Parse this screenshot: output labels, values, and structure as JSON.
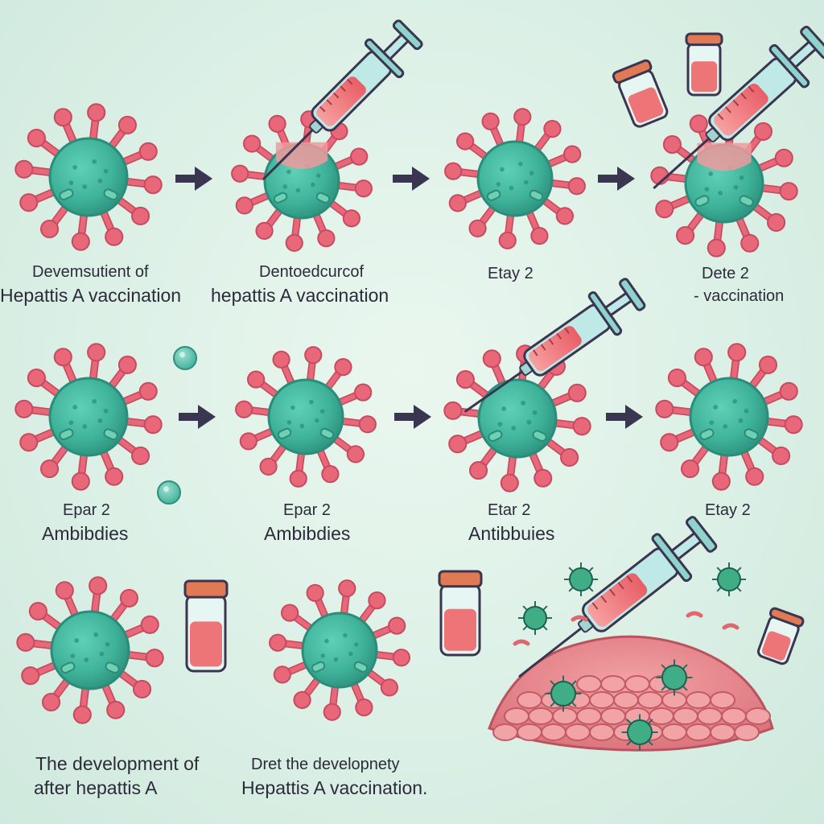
{
  "colors": {
    "background": "#dcf0e6",
    "virus_body": "#3fb39a",
    "virus_body_dark": "#2a8c79",
    "spike": "#e8687a",
    "spike_dark": "#c84a5e",
    "arrow": "#3a3550",
    "syringe_fluid": "#ef6b6b",
    "syringe_barrel": "#bfe9e6",
    "vial_cap": "#e07a55",
    "tissue": "#e88a8e",
    "label_text": "#2d2a3a"
  },
  "icons": [
    "virus-icon",
    "syringe-icon",
    "vial-icon",
    "arrow-right-icon",
    "antibody-bubble-icon",
    "tissue-mass-icon"
  ],
  "rows": [
    {
      "labels": [
        {
          "lines": [
            "Devemsutient of",
            "Hepattis A vaccination"
          ]
        },
        {
          "lines": [
            "Dentoedcurcof",
            "hepattis A vaccination"
          ]
        },
        {
          "lines": [
            "Etay 2"
          ]
        },
        {
          "lines": [
            "Dete 2",
            "- vaccination"
          ]
        }
      ]
    },
    {
      "labels": [
        {
          "lines": [
            "Epar 2",
            "Ambibdies"
          ]
        },
        {
          "lines": [
            "Epar 2",
            "Ambibdies"
          ]
        },
        {
          "lines": [
            "Etar 2",
            "Antibbuies"
          ]
        },
        {
          "lines": [
            "Etay 2"
          ]
        }
      ]
    },
    {
      "labels": [
        {
          "lines": [
            "The development of",
            "after hepattis A"
          ]
        },
        {
          "lines": [
            "Dret the developnety",
            "Hepattis A vaccination."
          ]
        }
      ]
    }
  ]
}
